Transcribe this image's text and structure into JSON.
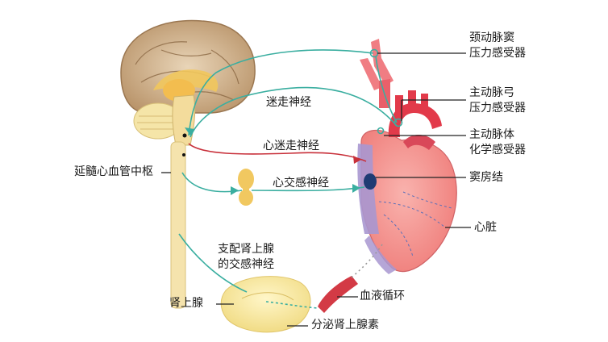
{
  "labels": {
    "carotid_sinus": [
      "颈动脉窦",
      "压力感受器"
    ],
    "aortic_arch": [
      "主动脉弓",
      "压力感受器"
    ],
    "aortic_body": [
      "主动脉体",
      "化学感受器"
    ],
    "sa_node": "窦房结",
    "heart": "心脏",
    "medulla_center": "延髓心血管中枢",
    "vagus_afferent": "迷走神经",
    "cardiac_vagus": "心迷走神经",
    "cardiac_sympathetic": "心交感神经",
    "adrenal_sympathetic": [
      "支配肾上腺",
      "的交感神经"
    ],
    "adrenal_gland": "肾上腺",
    "circulation": "血液循环",
    "secretion": "分泌肾上腺素"
  },
  "colors": {
    "afferent_nerve": "#3aaea0",
    "efferent_vagus": "#c8303a",
    "spinal_cord": "#f2dca0",
    "brain_cortex": "#b08c5a",
    "heart": "#f07c7c",
    "vessels": "#e23a4a",
    "veins": "#8a7ab8",
    "adrenal": "#f4e08a",
    "leader_line": "#222222"
  }
}
